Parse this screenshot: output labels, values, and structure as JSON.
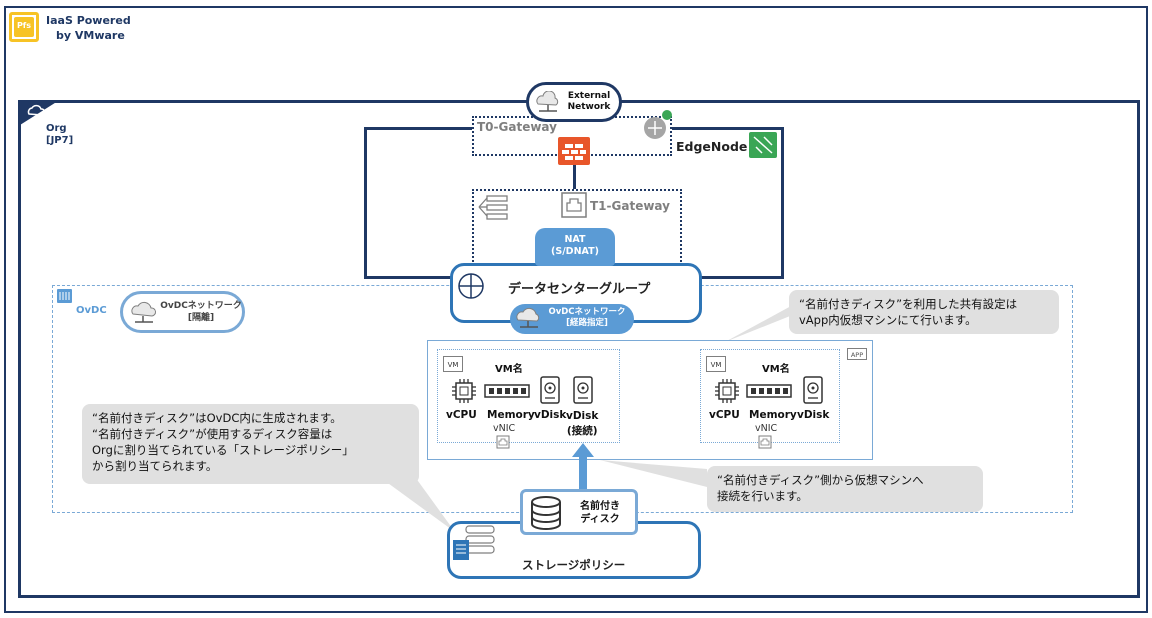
{
  "header": {
    "logo_text": "Pfs",
    "title_line1": "IaaS Powered",
    "title_line2": "by VMware"
  },
  "org": {
    "label": "Org",
    "sublabel": "[JP7]"
  },
  "external_network": {
    "line1": "External",
    "line2": "Network"
  },
  "gateways": {
    "t0": "T0-Gateway",
    "edge_node": "EdgeNode",
    "t1": "T1-Gateway"
  },
  "nat": {
    "line1": "NAT",
    "line2": "(S/DNAT)"
  },
  "datacenter_group": "データセンターグループ",
  "ovdc": {
    "label": "OvDC",
    "isolated_net_line1": "OvDCネットワーク",
    "isolated_net_line2": "[隔離]",
    "routed_net_line1": "OvDCネットワーク",
    "routed_net_line2": "[経路指定]"
  },
  "app_badge": "APP",
  "vm1": {
    "badge": "VM",
    "name": "VM名",
    "cpu": "vCPU",
    "memory": "Memory",
    "disk": "vDisk",
    "disk2_line1": "vDisk",
    "disk2_line2": "(接続)",
    "nic": "vNIC"
  },
  "vm2": {
    "badge": "VM",
    "name": "VM名",
    "cpu": "vCPU",
    "memory": "Memory",
    "disk": "vDisk",
    "nic": "vNIC"
  },
  "named_disk": {
    "line1": "名前付き",
    "line2": "ディスク"
  },
  "storage_policy": "ストレージポリシー",
  "callouts": {
    "top_right_line1": "“名前付きディスク”を利用した共有設定は",
    "top_right_line2": "vApp内仮想マシンにて行います。",
    "left_line1": "“名前付きディスク”はOvDC内に生成されます。",
    "left_line2": "“名前付きディスク”が使用するディスク容量は",
    "left_line3": "Orgに割り当てられている「ストレージポリシー」",
    "left_line4": "から割り当てられます。",
    "bottom_right_line1": "“名前付きディスク”側から仮想マシンへ",
    "bottom_right_line2": "接続を行います。"
  },
  "colors": {
    "navy": "#1f3864",
    "blue": "#2e75b6",
    "light_blue": "#7aa9d6",
    "firewall": "#e8562a",
    "edge_green": "#3aa655",
    "logo_yellow": "#f7c325",
    "callout_gray": "#e0e0e0"
  }
}
